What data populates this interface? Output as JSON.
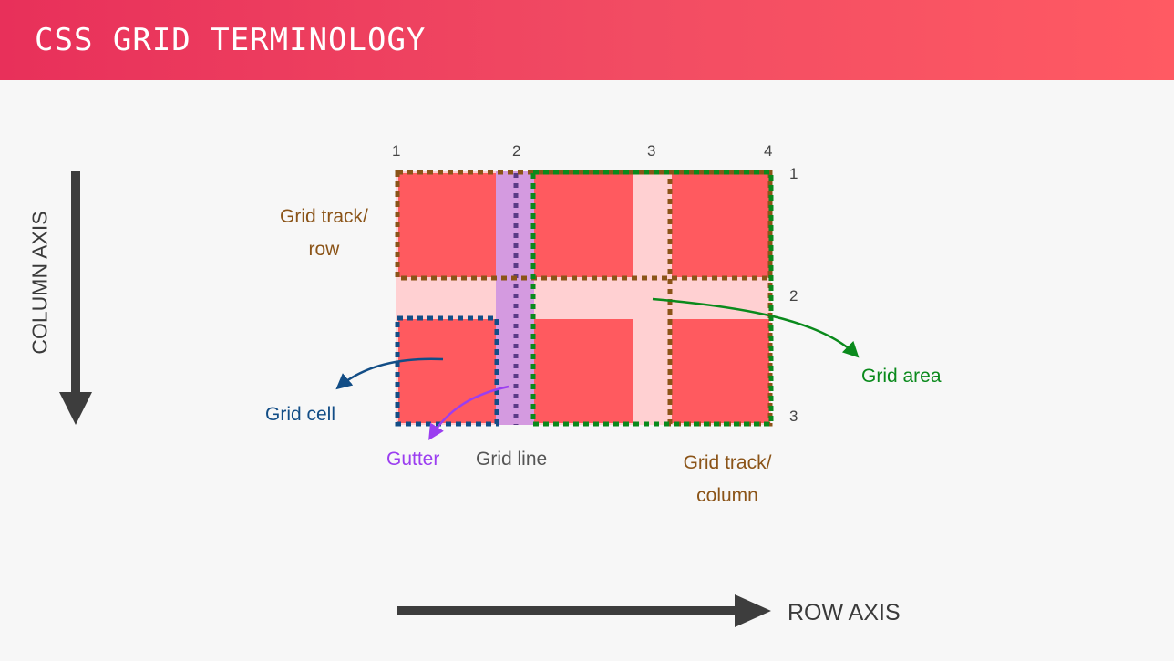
{
  "header": {
    "title": "CSS GRID TERMINOLOGY"
  },
  "axes": {
    "column_axis": "COLUMN AXIS",
    "row_axis": "ROW AXIS"
  },
  "line_numbers": {
    "columns": [
      "1",
      "2",
      "3",
      "4"
    ],
    "rows": [
      "1",
      "2",
      "3"
    ]
  },
  "labels": {
    "grid_track_row": [
      "Grid track/",
      "row"
    ],
    "grid_cell": "Grid cell",
    "gutter": "Gutter",
    "grid_line": "Grid line",
    "grid_track_column": [
      "Grid track/",
      "column"
    ],
    "grid_area": "Grid area"
  },
  "colors": {
    "header_start": "#e8305a",
    "header_end": "#ff5a63",
    "cell": "#ff5a5f",
    "gutter_bg": "#ffd0d2",
    "gutter_highlight": "#d49ae0",
    "track_outline": "#8b5418",
    "area_outline": "#0a8a1c",
    "cell_outline": "#124d86",
    "grid_line": "#5a3a86",
    "gutter_label": "#9b3ef0",
    "grid_line_label": "#555555",
    "axis": "#3d3d3d"
  }
}
